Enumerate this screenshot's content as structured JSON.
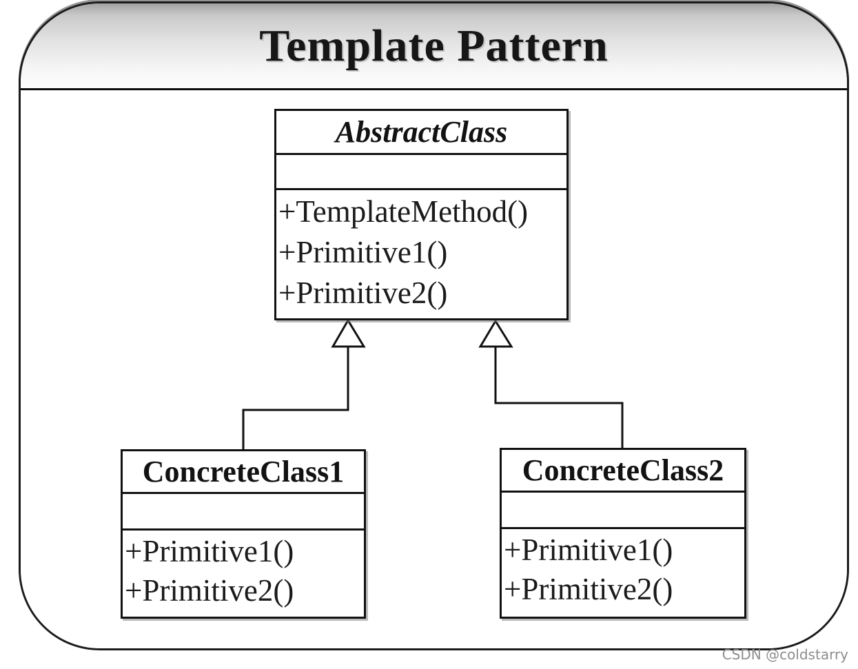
{
  "diagram": {
    "title": "Template Pattern",
    "watermark": "CSDN @coldstarry",
    "colors": {
      "line": "#111111",
      "box_fill": "#ffffff",
      "header_gradient_top": "#a3a3a3",
      "header_gradient_bottom": "#fdfdfd",
      "shadow": "#949494",
      "watermark": "#8d8d8d",
      "text": "#161616"
    },
    "classes": [
      {
        "id": "abstract-class",
        "name": "AbstractClass",
        "kind": "abstract",
        "attributes": [],
        "methods": [
          "+TemplateMethod()",
          "+Primitive1()",
          "+Primitive2()"
        ]
      },
      {
        "id": "concrete-class-1",
        "name": "ConcreteClass1",
        "kind": "concrete",
        "attributes": [],
        "methods": [
          "+Primitive1()",
          "+Primitive2()"
        ]
      },
      {
        "id": "concrete-class-2",
        "name": "ConcreteClass2",
        "kind": "concrete",
        "attributes": [],
        "methods": [
          "+Primitive1()",
          "+Primitive2()"
        ]
      }
    ],
    "relationships": [
      {
        "from": "ConcreteClass1",
        "to": "AbstractClass",
        "type": "generalization"
      },
      {
        "from": "ConcreteClass2",
        "to": "AbstractClass",
        "type": "generalization"
      }
    ]
  }
}
